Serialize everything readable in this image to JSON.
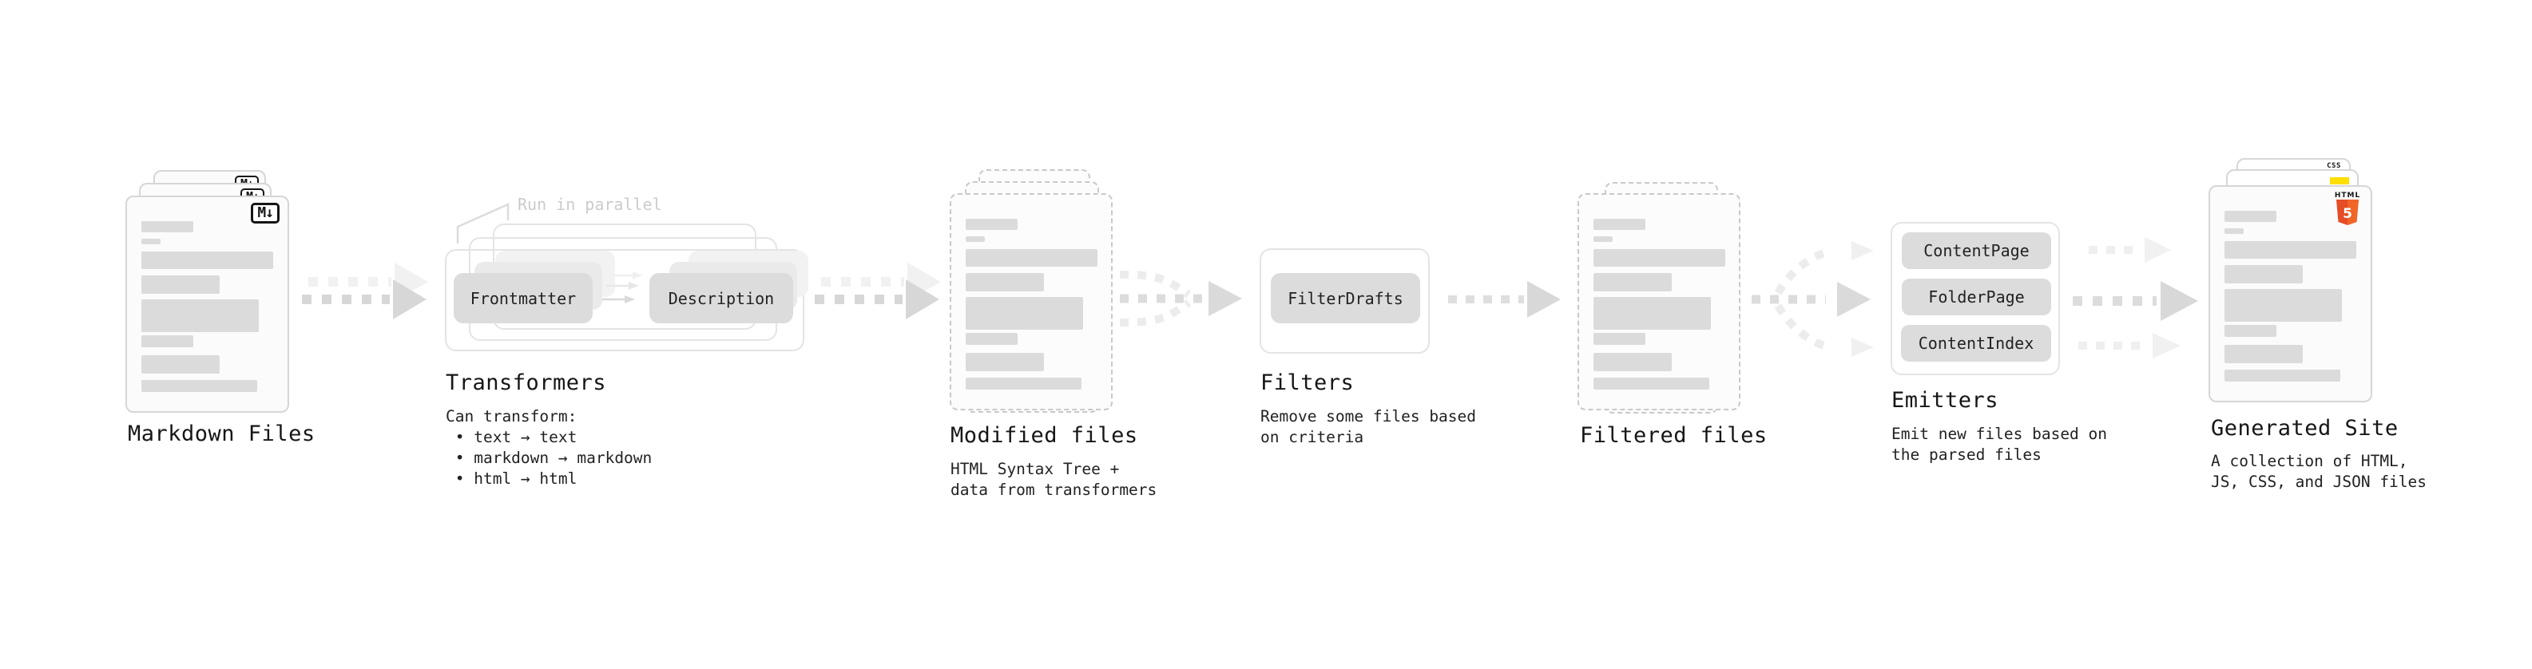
{
  "stages": {
    "markdown": {
      "title": "Markdown Files",
      "badge": "M↓"
    },
    "transformers": {
      "title": "Transformers",
      "description": "Can transform:\n • text → text\n • markdown → markdown\n • html → html",
      "annotation": "Run in parallel",
      "node_frontmatter": "Frontmatter",
      "node_description": "Description"
    },
    "modified": {
      "title": "Modified files",
      "description": "HTML Syntax Tree +\ndata from transformers"
    },
    "filters": {
      "title": "Filters",
      "description": "Remove some files based\non criteria",
      "node_filterdrafts": "FilterDrafts"
    },
    "filtered": {
      "title": "Filtered files"
    },
    "emitters": {
      "title": "Emitters",
      "description": "Emit new files based on\nthe parsed files",
      "nodes": [
        "ContentPage",
        "FolderPage",
        "ContentIndex"
      ]
    },
    "generated": {
      "title": "Generated Site",
      "description": "A collection of HTML,\nJS, CSS, and JSON files",
      "badge_html_label": "HTML",
      "badge_html_number": "5",
      "badge_css_label": "CSS"
    }
  },
  "colors": {
    "background": "#ffffff",
    "card_bg": "#fbfbfb",
    "card_border": "#d6d6d6",
    "dashed_border": "#c9c9c9",
    "placeholder": "#dbdbdb",
    "pill_bg": "#dcdcdc",
    "group_border": "#e4e4e4",
    "arrow": "#d8d8d8",
    "arrow_faint": "#efefef",
    "title_text": "#161616",
    "body_text": "#222222",
    "muted_text": "#cbcbcb",
    "html5_orange": "#e44d26",
    "js_yellow": "#ffdf00",
    "css_blue": "#2760e6"
  }
}
